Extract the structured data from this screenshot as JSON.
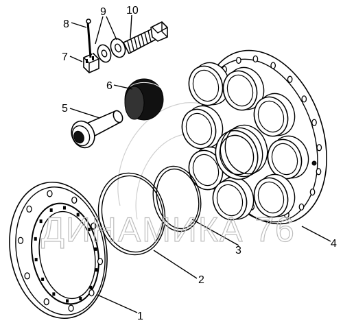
{
  "callouts": [
    {
      "number": "1"
    },
    {
      "number": "2"
    },
    {
      "number": "3"
    },
    {
      "number": "4"
    },
    {
      "number": "5"
    },
    {
      "number": "6"
    },
    {
      "number": "7"
    },
    {
      "number": "8"
    },
    {
      "number": "9"
    },
    {
      "number": "10"
    }
  ],
  "watermark": {
    "text": "ДИНАМИКА 76"
  },
  "colors": {
    "ink": "#000000",
    "watermark": "#bdbdbd",
    "background": "#ffffff"
  }
}
